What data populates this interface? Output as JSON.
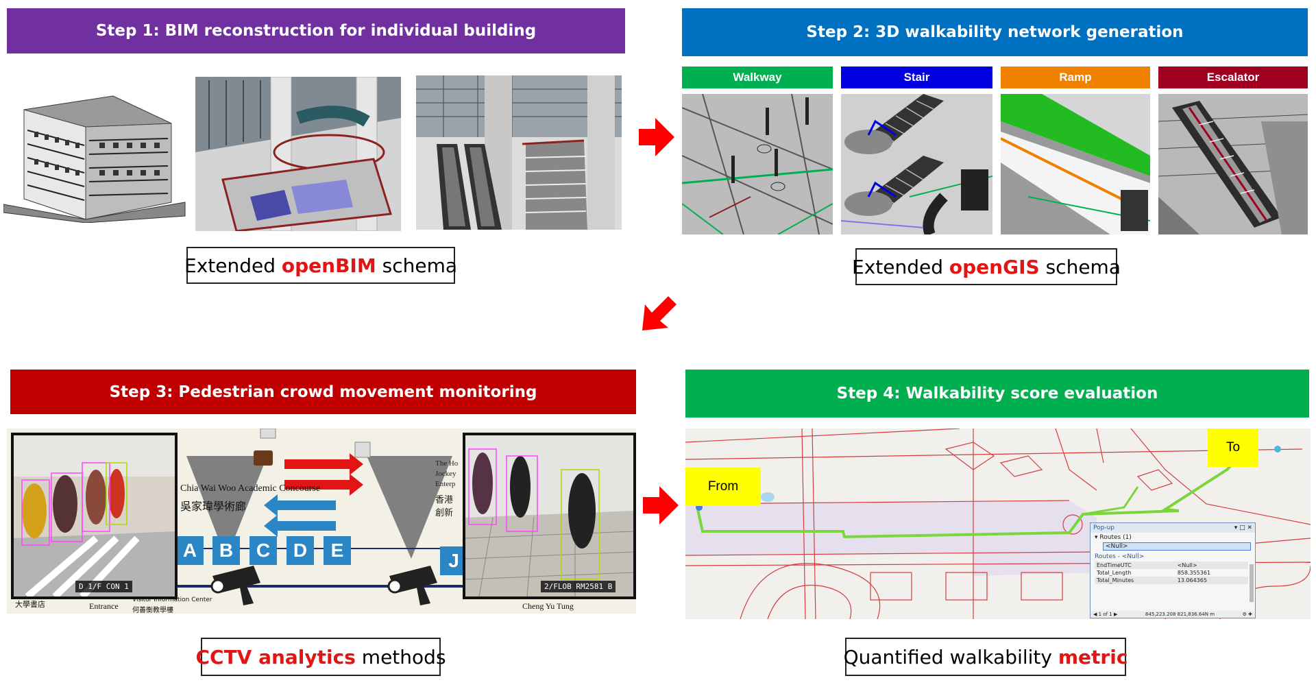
{
  "steps": {
    "step1": {
      "title": "Step 1: BIM reconstruction for individual building",
      "color": "#7030a0"
    },
    "step2": {
      "title": "Step 2: 3D walkability network generation",
      "color": "#0070c0"
    },
    "step3": {
      "title": "Step 3: Pedestrian crowd movement monitoring",
      "color": "#c00000"
    },
    "step4": {
      "title": "Step 4: Walkability score evaluation",
      "color": "#00b050"
    }
  },
  "network_types": [
    {
      "label": "Walkway",
      "color": "#00b050"
    },
    {
      "label": "Stair",
      "color": "#0000e0"
    },
    {
      "label": "Ramp",
      "color": "#f08000"
    },
    {
      "label": "Escalator",
      "color": "#a00020"
    }
  ],
  "captions": {
    "c1": {
      "pre": "Extended ",
      "hl": "openBIM",
      "post": " schema"
    },
    "c2": {
      "pre": "Extended ",
      "hl": "openGIS",
      "post": " schema"
    },
    "c3": {
      "pre": "",
      "hl": "CCTV analytics",
      "post": " methods"
    },
    "c4": {
      "pre": "Quantified walkability ",
      "hl": "metric",
      "post": ""
    }
  },
  "cctv": {
    "sign_cn": "Chia Wai Woo Academic Concourse",
    "sign_cn2": "吳家瑋學術廊",
    "letters": [
      "A",
      "B",
      "C",
      "D",
      "E",
      "J"
    ],
    "cam1_label": "D 1/F CON 1",
    "cam2_label": "2/FLOB RM2581 B",
    "bottom_left": "大學書店",
    "bottom_entrance": "Entrance",
    "bottom_visitor": "Visitor Information Center",
    "bottom_cn": "何善衡教學樓",
    "bottom_right": "Cheng Yu Tung",
    "right_sign1": "The Ho",
    "right_sign2": "Jockey",
    "right_sign3": "Enterp",
    "right_cn1": "香港",
    "right_cn2": "創新"
  },
  "map": {
    "from_label": "From",
    "to_label": "To",
    "popup": {
      "title": "Pop-up",
      "routes": "Routes (1)",
      "null_item": "<Null>",
      "section": "Routes - <Null>",
      "rows": [
        {
          "k": "EndTimeUTC",
          "v": "<Null>"
        },
        {
          "k": "Total_Length",
          "v": "858.355361"
        },
        {
          "k": "Total_Minutes",
          "v": "13.064365"
        }
      ],
      "footer_page": "1 of 1",
      "footer_coords": "845,223.208 821,836.64N m"
    }
  }
}
